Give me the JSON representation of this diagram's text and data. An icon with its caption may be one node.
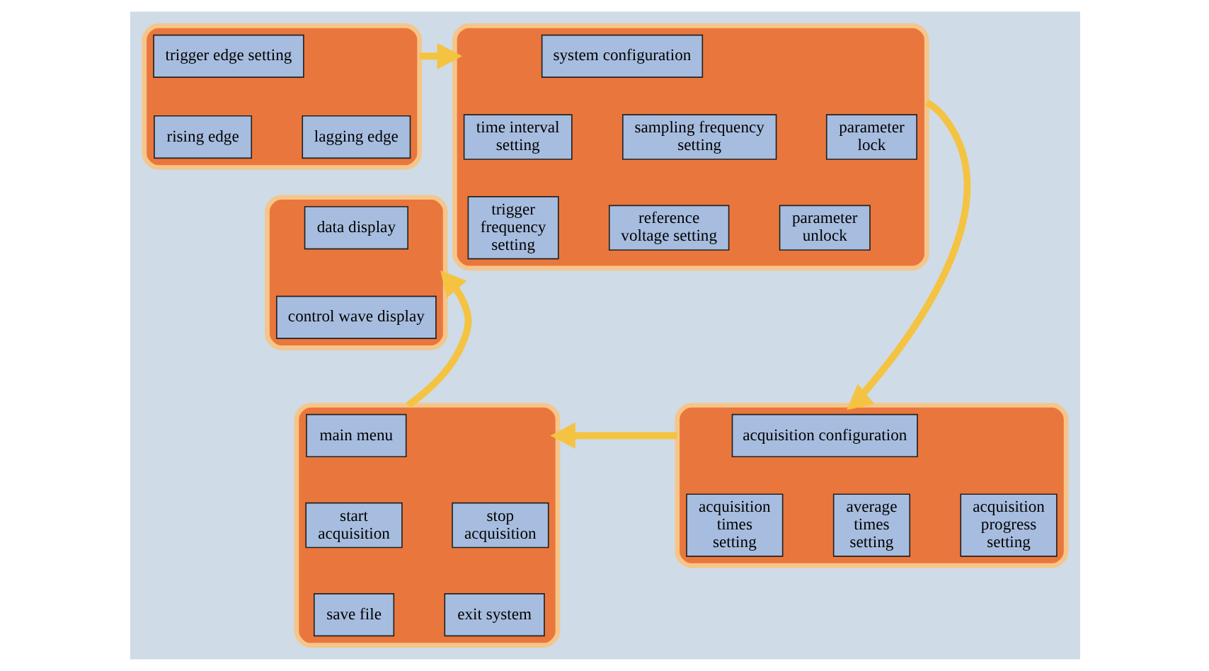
{
  "diagram": {
    "nodes": [
      {
        "text": [],
        "shape": "box"
      },
      {
        "text": [
          "trigger edge setting"
        ],
        "in": 0
      },
      {
        "text": [
          "rising edge"
        ],
        "in": 0
      },
      {
        "text": [
          "lagging edge"
        ],
        "in": 0
      },
      {
        "text": [],
        "shape": "box"
      },
      {
        "text": [
          "system configuration"
        ],
        "in": 4
      },
      {
        "text": [
          "time interval setting"
        ],
        "in": 4
      },
      {
        "text": [
          "sampling frequency setting"
        ],
        "in": 4
      },
      {
        "text": [
          "parameter lock"
        ],
        "in": 4
      },
      {
        "text": [
          "trigger frequency setting"
        ],
        "in": 4
      },
      {
        "text": [
          "reference voltage setting"
        ],
        "in": 4
      },
      {
        "text": [
          "parameter unlock"
        ],
        "in": 4
      },
      {
        "text": [],
        "shape": "box"
      },
      {
        "text": [
          "data display"
        ],
        "in": 12
      },
      {
        "text": [
          "control wave display"
        ],
        "in": 12
      },
      {
        "text": [],
        "shape": "box"
      },
      {
        "text": [
          "main menu"
        ],
        "in": 15
      },
      {
        "text": [
          "start acquisition"
        ],
        "in": 15
      },
      {
        "text": [
          "stop acquisition"
        ],
        "in": 15
      },
      {
        "text": [
          "save file"
        ],
        "in": 15
      },
      {
        "text": [
          "exit system"
        ],
        "in": 15
      },
      {
        "text": [],
        "shape": "box"
      },
      {
        "text": [
          "acquisition configuration"
        ],
        "in": 21
      },
      {
        "text": [
          "acquisition times setting"
        ],
        "in": 21
      },
      {
        "text": [
          "average times setting"
        ],
        "in": 21
      },
      {
        "text": [
          "acquisition progress setting"
        ],
        "in": 21
      }
    ],
    "edges": [
      {
        "from": 0,
        "to": 4,
        "arrow": "to"
      },
      {
        "from": 4,
        "to": 21,
        "arrow": "to"
      },
      {
        "from": 21,
        "to": 15,
        "arrow": "to"
      },
      {
        "from": 15,
        "to": 12,
        "arrow": "to"
      }
    ]
  }
}
